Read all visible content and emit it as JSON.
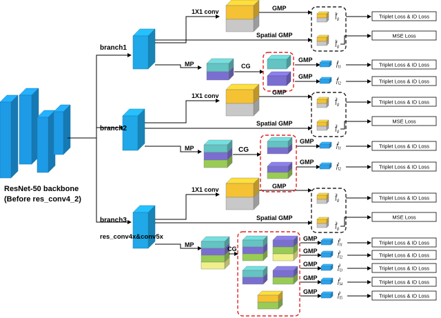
{
  "backbone_label_line1": "ResNet-50 backbone",
  "backbone_label_line2": "(Before res_conv4_2)",
  "res_label": "res_conv4x&conv5x",
  "branches": [
    {
      "name": "branch1",
      "conv_label": "1X1 conv",
      "gmp_label": "GMP",
      "spatial_label": "Spatial GMP",
      "mp_label": "MP",
      "cg_label": "CG",
      "part_gmp": [
        "GMP",
        "GMP"
      ],
      "feat_g_sym": "f",
      "feat_g_sub": "g",
      "feat_g_sup": "1",
      "feat_parts": [
        {
          "sub": "l1",
          "sup": "1"
        },
        {
          "sub": "l2",
          "sup": "1"
        }
      ],
      "loss_top": "Triplet Loss & ID Loss",
      "loss_mse": "MSE Loss",
      "loss_parts": [
        "Triplet Loss & ID Loss",
        "Triplet Loss & ID Loss"
      ]
    },
    {
      "name": "branch2",
      "conv_label": "1X1 conv",
      "gmp_label": "GMP",
      "spatial_label": "Spatial GMP",
      "mp_label": "MP",
      "cg_label": "CG",
      "part_gmp": [
        "GMP",
        "GMP"
      ],
      "feat_g_sym": "f",
      "feat_g_sub": "g",
      "feat_g_sup": "2",
      "feat_parts": [
        {
          "sub": "l1",
          "sup": "2"
        },
        {
          "sub": "l2",
          "sup": "2"
        }
      ],
      "loss_top": "Triplet Loss & ID Loss",
      "loss_mse": "MSE Loss",
      "loss_parts": [
        "Triplet Loss & ID Loss",
        "Triplet Loss & ID Loss"
      ]
    },
    {
      "name": "branch3",
      "conv_label": "1X1 conv",
      "gmp_label": "GMP",
      "spatial_label": "Spatial GMP",
      "mp_label": "MP",
      "cg_label": "CG",
      "part_gmp": [
        "GMP",
        "GMP",
        "GMP",
        "GMP",
        "GMP"
      ],
      "feat_g_sym": "f",
      "feat_g_sub": "g",
      "feat_g_sup": "3",
      "feat_parts": [
        {
          "sub": "l1",
          "sup": "3"
        },
        {
          "sub": "l2",
          "sup": "3"
        },
        {
          "sub": "l3",
          "sup": "3"
        },
        {
          "sub": "l4",
          "sup": "3"
        },
        {
          "sub": "l5",
          "sup": "3"
        }
      ],
      "loss_top": "Triplet Loss & ID Loss",
      "loss_mse": "MSE Loss",
      "loss_parts": [
        "Triplet Loss & ID Loss",
        "Triplet Loss & ID Loss",
        "Triplet Loss & ID Loss",
        "Triplet Loss & ID Loss",
        "Triplet Loss & ID Loss"
      ]
    }
  ],
  "colors": {
    "backbone": "#1e9be6",
    "branch_block": "#20a8e8",
    "gold": "#f5c233",
    "gray": "#c8c8c8",
    "teal": "#64c3c3",
    "purple": "#7a6fd0",
    "green": "#99cc55",
    "yellow": "#f0f08a",
    "feat_blue": "#2ea0e8",
    "dashed_black": "#222222",
    "dashed_red": "#e02020"
  }
}
